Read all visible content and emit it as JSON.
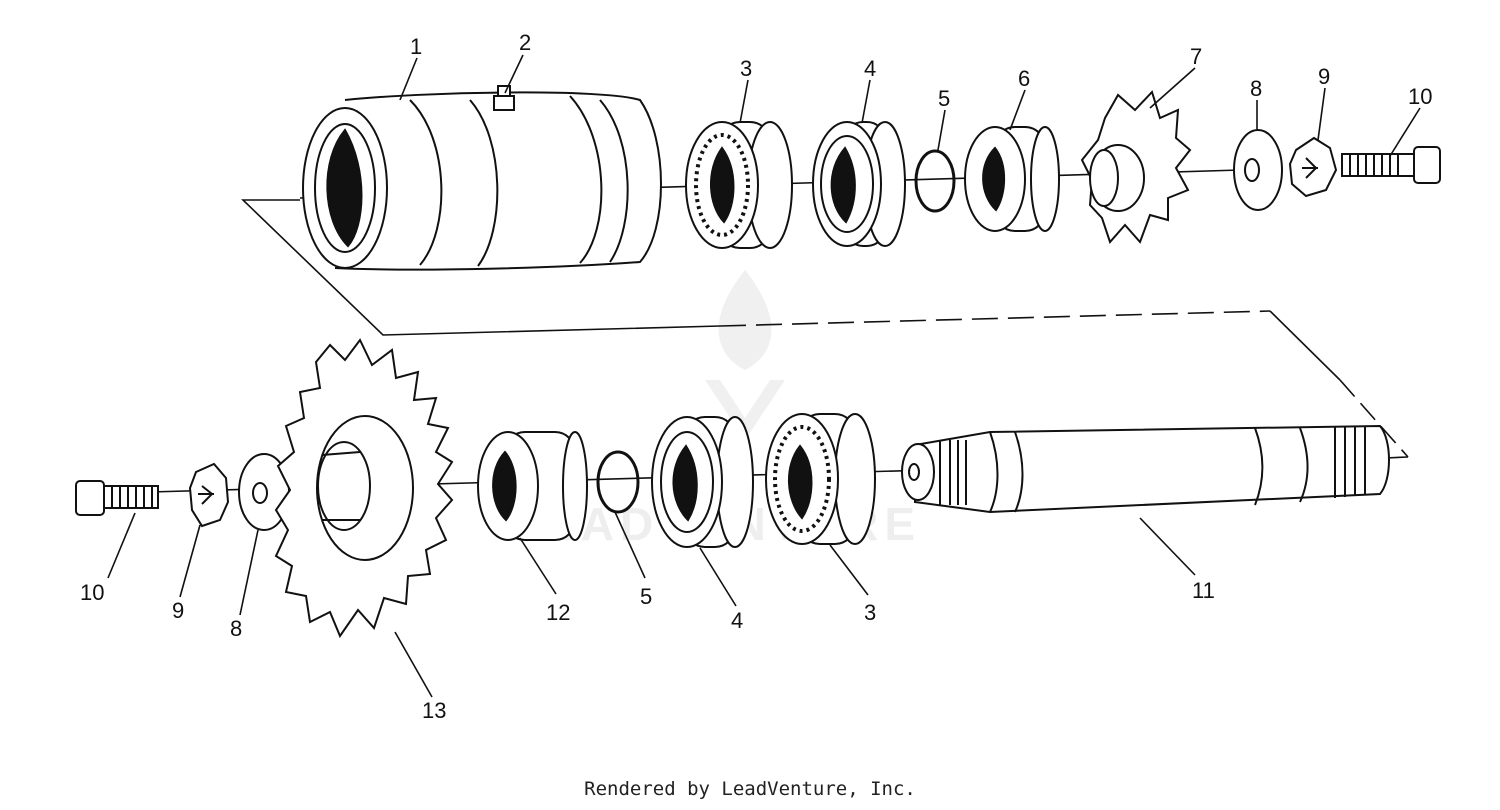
{
  "callouts": {
    "upper": [
      "1",
      "2",
      "3",
      "4",
      "5",
      "6",
      "7",
      "8",
      "9",
      "10"
    ],
    "lower": [
      "10",
      "9",
      "8",
      "13",
      "12",
      "5",
      "4",
      "3",
      "11"
    ]
  },
  "watermark": "LEADVENTURE",
  "footer": "Rendered by LeadVenture, Inc."
}
